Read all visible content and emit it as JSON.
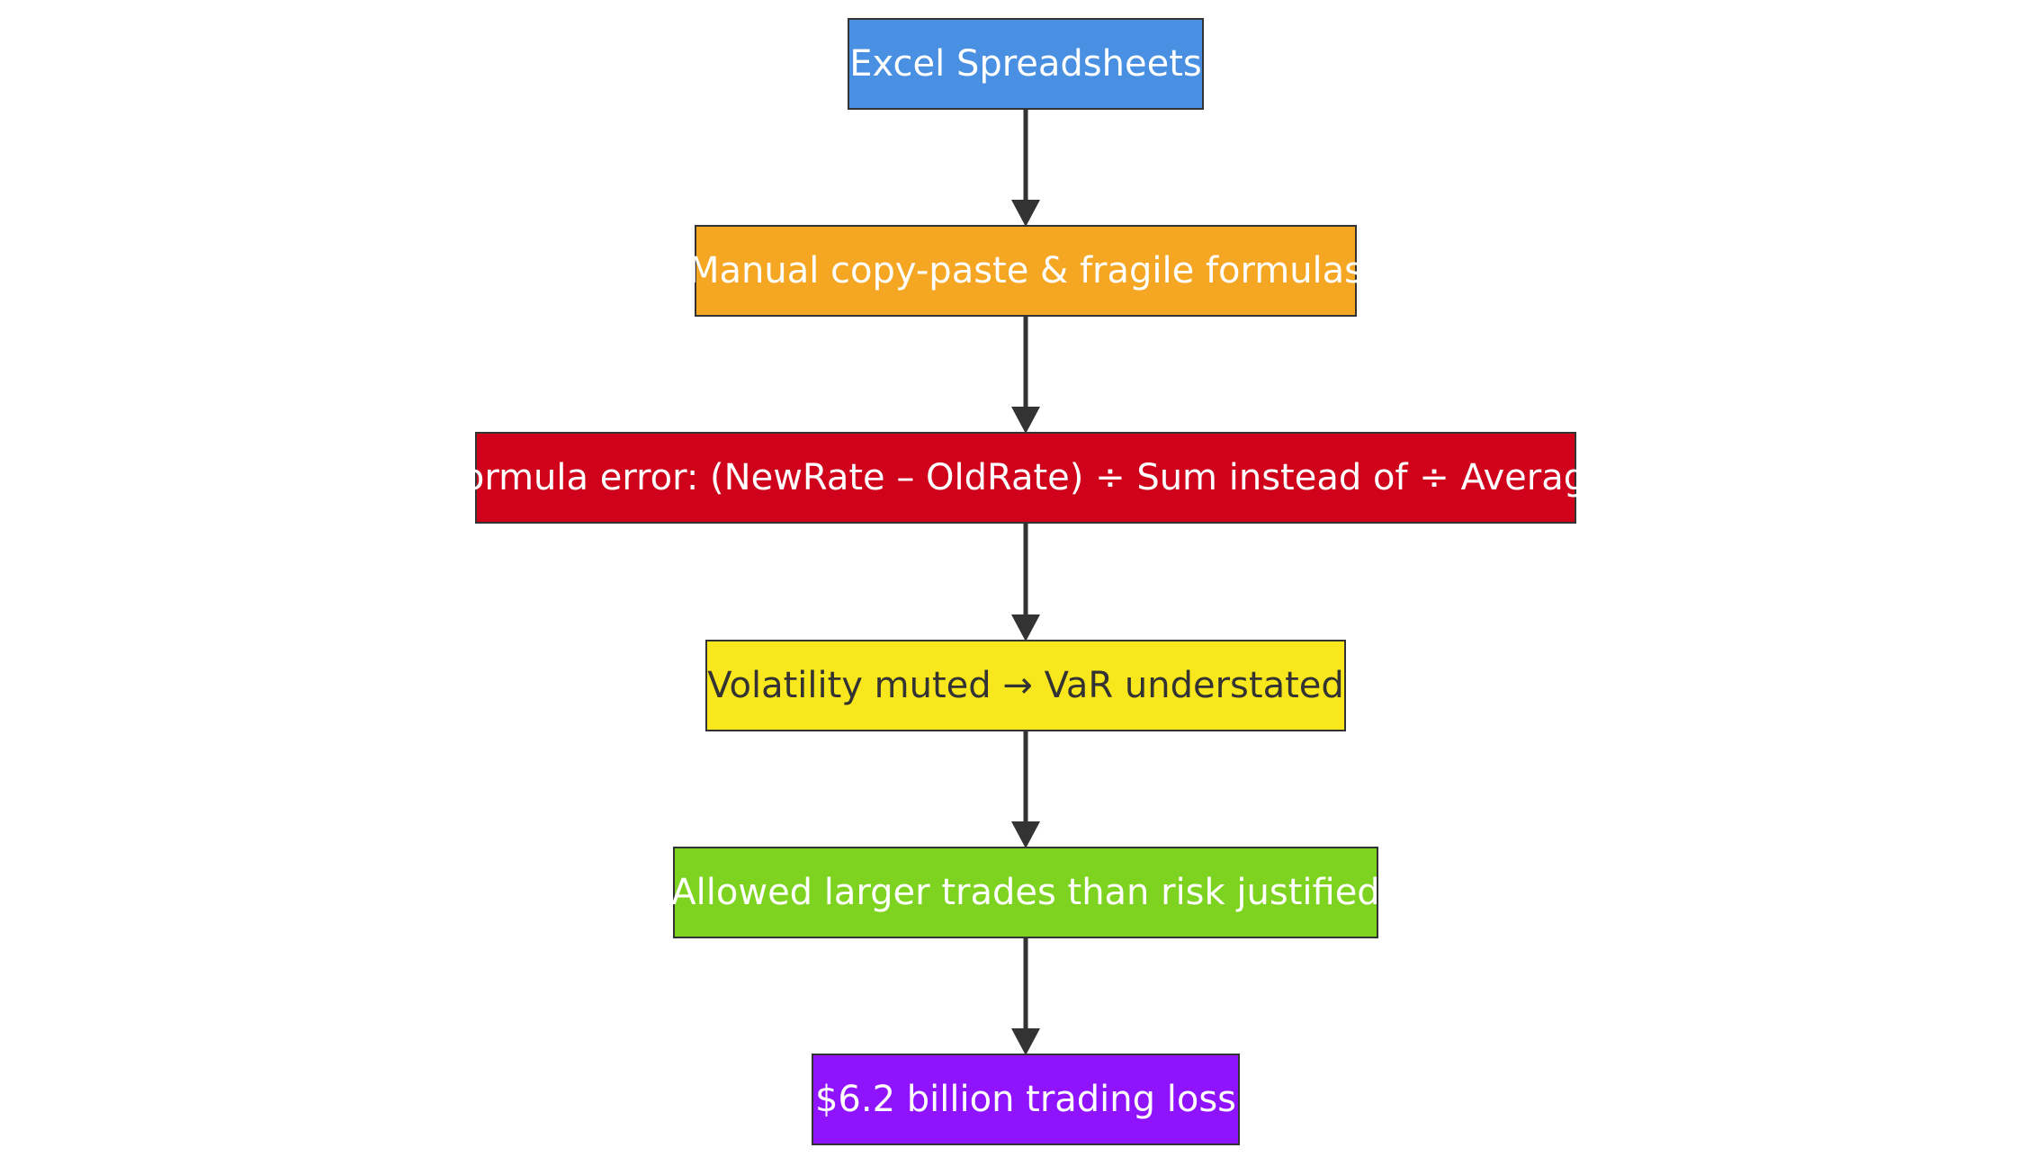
{
  "diagram": {
    "type": "flowchart",
    "direction": "top-to-bottom",
    "colors": {
      "edge": "#333333",
      "border": "#333333"
    },
    "nodes": [
      {
        "id": "n1",
        "label": "Excel Spreadsheets",
        "fill": "#4a90e2",
        "text_color": "#ffffff"
      },
      {
        "id": "n2",
        "label": "Manual copy-paste & fragile formulas",
        "fill": "#f5a623",
        "text_color": "#ffffff"
      },
      {
        "id": "n3",
        "label": "Formula error: (NewRate – OldRate) ÷ Sum instead of ÷ Average",
        "fill": "#d0021b",
        "text_color": "#ffffff"
      },
      {
        "id": "n4",
        "label": "Volatility muted → VaR understated",
        "fill": "#f8e71c",
        "text_color": "#333333"
      },
      {
        "id": "n5",
        "label": "Allowed larger trades than risk justified",
        "fill": "#7ed321",
        "text_color": "#ffffff"
      },
      {
        "id": "n6",
        "label": "$6.2 billion trading loss",
        "fill": "#9013fe",
        "text_color": "#ffffff"
      }
    ],
    "edges": [
      {
        "from": "n1",
        "to": "n2"
      },
      {
        "from": "n2",
        "to": "n3"
      },
      {
        "from": "n3",
        "to": "n4"
      },
      {
        "from": "n4",
        "to": "n5"
      },
      {
        "from": "n5",
        "to": "n6"
      }
    ]
  }
}
